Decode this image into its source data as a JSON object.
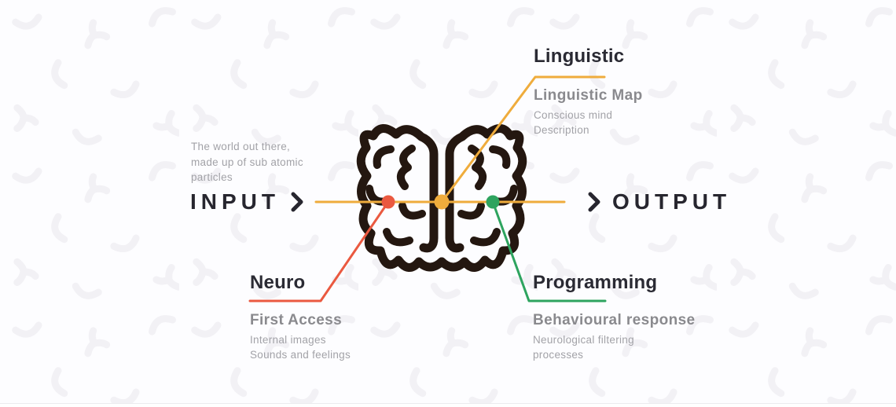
{
  "colors": {
    "amber": "#EFAC3C",
    "red": "#EA5940",
    "green": "#2EA45F",
    "dark_text": "#2A2A33",
    "brain": "#241710",
    "subtitle_gray": "#8A8A8E",
    "body_gray": "#A2A2A7",
    "pattern": "#F2F1F5",
    "background": "#FDFDFF"
  },
  "icons": {
    "brain": "brain-outline",
    "chevron_right": "❯"
  },
  "input": {
    "label": "INPUT",
    "description_lines": [
      "The world out there,",
      "made up of sub atomic",
      "particles"
    ]
  },
  "output": {
    "label": "OUTPUT"
  },
  "callouts": {
    "linguistic": {
      "title": "Linguistic",
      "subtitle": "Linguistic Map",
      "lines": [
        "Conscious mind",
        "Description"
      ]
    },
    "neuro": {
      "title": "Neuro",
      "subtitle": "First Access",
      "lines": [
        "Internal images",
        "Sounds and feelings"
      ]
    },
    "programming": {
      "title": "Programming",
      "subtitle": "Behavioural response",
      "lines": [
        "Neurological filtering",
        "processes"
      ]
    }
  }
}
